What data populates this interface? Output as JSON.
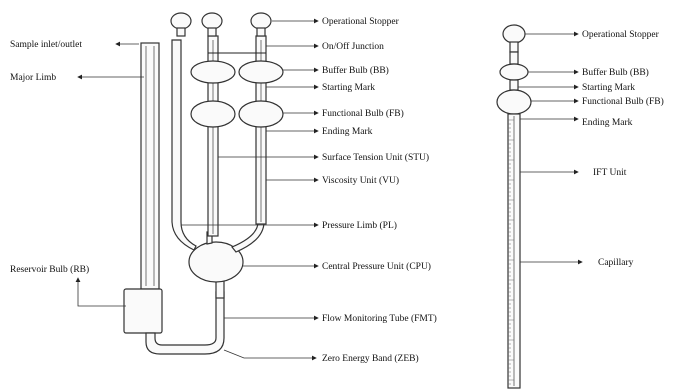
{
  "left_apparatus": {
    "labels": {
      "operational_stopper": "Operational Stopper",
      "on_off_junction": "On/Off Junction",
      "buffer_bulb": "Buffer Bulb (BB)",
      "starting_mark": "Starting Mark",
      "functional_bulb": "Functional Bulb (FB)",
      "ending_mark": "Ending Mark",
      "surface_tension_unit": "Surface Tension Unit (STU)",
      "viscosity_unit": "Viscosity  Unit (VU)",
      "pressure_limb": "Pressure Limb (PL)",
      "central_pressure_unit": "Central Pressure Unit (CPU)",
      "flow_monitoring_tube": "Flow Monitoring Tube (FMT)",
      "zero_energy_band": "Zero Energy Band (ZEB)",
      "sample_inlet_outlet": "Sample inlet/outlet",
      "major_limb": "Major Limb",
      "reservoir_bulb": "Reservoir Bulb (RB)"
    }
  },
  "right_apparatus": {
    "labels": {
      "operational_stopper": "Operational Stopper",
      "buffer_bulb": "Buffer Bulb (BB)",
      "starting_mark": "Starting Mark",
      "functional_bulb": "Functional Bulb (FB)",
      "ending_mark": "Ending Mark",
      "ift_unit": "IFT Unit",
      "capillary": "Capillary"
    }
  }
}
